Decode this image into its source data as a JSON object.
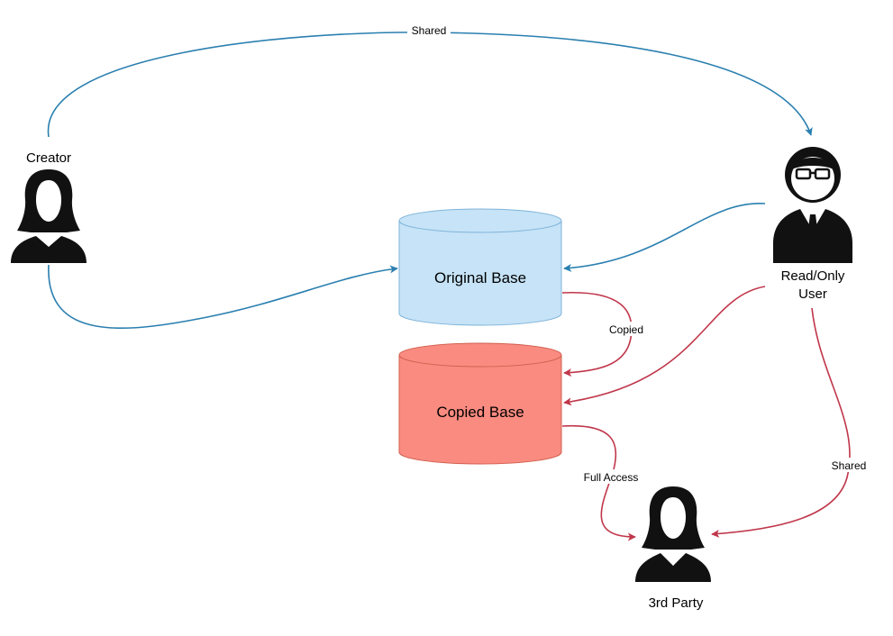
{
  "colors": {
    "blue_edge": "#2a7fb0",
    "red_edge": "#c0364a",
    "original_fill": "#c6e3f7",
    "original_stroke": "#7fb3d9",
    "copied_fill": "#fa8b80",
    "copied_stroke": "#d0604f",
    "person": "#111111"
  },
  "nodes": {
    "creator": {
      "label": "Creator",
      "icon": "woman-user-icon"
    },
    "readonly": {
      "label_line1": "Read/Only",
      "label_line2": "User",
      "icon": "businessman-glasses-icon"
    },
    "third_party": {
      "label": "3rd Party",
      "icon": "woman-user-icon"
    },
    "original_base": {
      "label": "Original Base",
      "shape": "cylinder"
    },
    "copied_base": {
      "label": "Copied Base",
      "shape": "cylinder"
    }
  },
  "edges": [
    {
      "id": "creator-to-readonly",
      "from": "creator",
      "to": "readonly",
      "label": "Shared",
      "color": "blue"
    },
    {
      "id": "creator-to-original",
      "from": "creator",
      "to": "original_base",
      "label": "",
      "color": "blue"
    },
    {
      "id": "readonly-to-original",
      "from": "readonly",
      "to": "original_base",
      "label": "",
      "color": "blue"
    },
    {
      "id": "original-to-copied",
      "from": "original_base",
      "to": "copied_base",
      "label": "Copied",
      "color": "red"
    },
    {
      "id": "readonly-to-copied",
      "from": "readonly",
      "to": "copied_base",
      "label": "",
      "color": "red"
    },
    {
      "id": "copied-to-thirdparty",
      "from": "copied_base",
      "to": "third_party",
      "label": "Full Access",
      "color": "red"
    },
    {
      "id": "readonly-to-thirdparty",
      "from": "readonly",
      "to": "third_party",
      "label": "Shared",
      "color": "red"
    }
  ]
}
